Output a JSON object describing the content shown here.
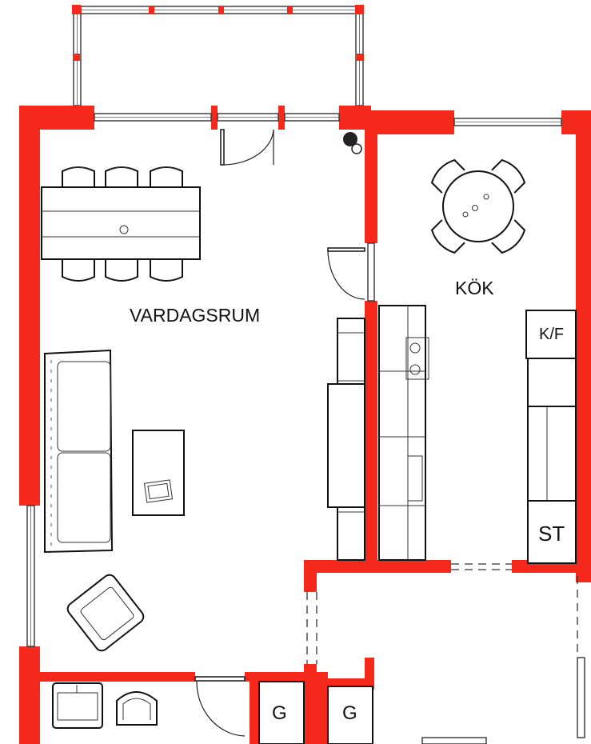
{
  "rooms": {
    "living": "VARDAGSRUM",
    "kitchen": "KÖK"
  },
  "appliances": {
    "fridge_freezer": "K/F",
    "stove": "ST"
  },
  "storage": {
    "closet_1": "G",
    "closet_2": "G"
  },
  "colors": {
    "wall": "#f5291b",
    "line": "#111111",
    "background": "#ffffff"
  }
}
